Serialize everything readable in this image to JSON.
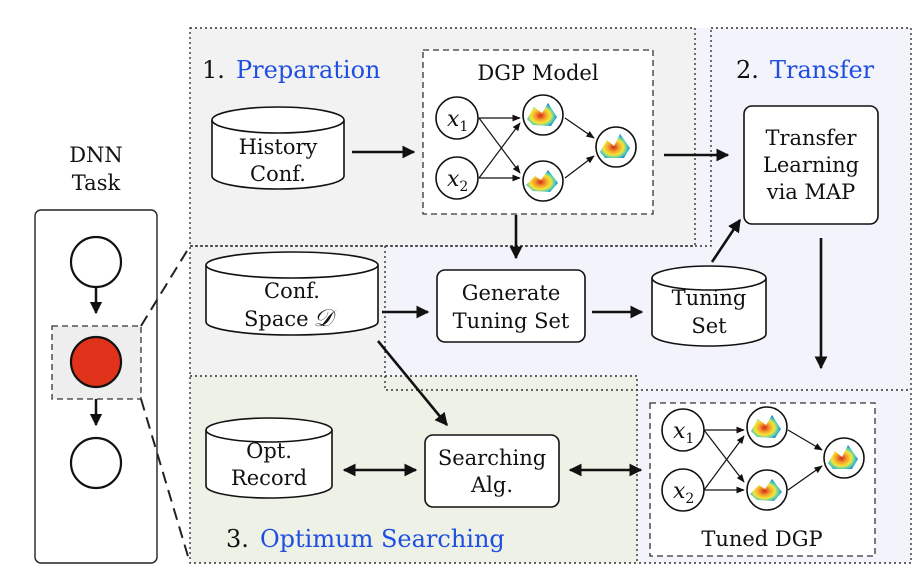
{
  "sections": {
    "preparation": {
      "number": "1.",
      "name": "Preparation"
    },
    "transfer": {
      "number": "2.",
      "name": "Transfer"
    },
    "searching": {
      "number": "3.",
      "name": "Optimum Searching"
    }
  },
  "dnn_task": {
    "line1": "DNN",
    "line2": "Task"
  },
  "history_conf": {
    "line1": "History",
    "line2": "Conf."
  },
  "dgp_model": {
    "title": "DGP Model",
    "x1": {
      "base": "x",
      "sub": "1"
    },
    "x2": {
      "base": "x",
      "sub": "2"
    }
  },
  "transfer_learning": {
    "line1": "Transfer",
    "line2": "Learning",
    "line3": "via MAP"
  },
  "conf_space": {
    "line1": "Conf.",
    "line2": "Space",
    "symbol": "𝒟"
  },
  "generate": {
    "line1": "Generate",
    "line2": "Tuning Set"
  },
  "tuning_set": {
    "line1": "Tuning",
    "line2": "Set"
  },
  "opt_record": {
    "line1": "Opt.",
    "line2": "Record"
  },
  "searching_alg": {
    "line1": "Searching",
    "line2": "Alg."
  },
  "tuned_dgp": {
    "title": "Tuned DGP",
    "x1": {
      "base": "x",
      "sub": "1"
    },
    "x2": {
      "base": "x",
      "sub": "2"
    }
  },
  "colors": {
    "section_label": "#1f4fe0",
    "active_node": "#e0321a",
    "preparation_bg": "#f2f2f3",
    "transfer_bg": "#f2f3fb",
    "searching_bg": "#edf1e6"
  }
}
